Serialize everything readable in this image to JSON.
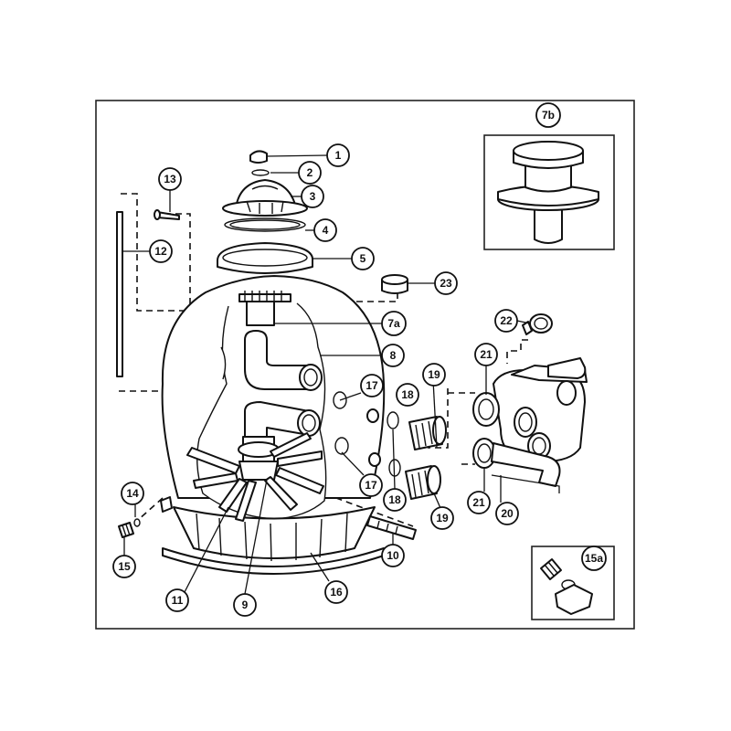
{
  "callouts": {
    "c1": "1",
    "c2": "2",
    "c3": "3",
    "c4": "4",
    "c5": "5",
    "c7a": "7a",
    "c7b": "7b",
    "c8": "8",
    "c9": "9",
    "c10": "10",
    "c11": "11",
    "c12": "12",
    "c13": "13",
    "c14": "14",
    "c15": "15",
    "c15a": "15a",
    "c16": "16",
    "c17a": "17",
    "c17b": "17",
    "c18a": "18",
    "c18b": "18",
    "c19a": "19",
    "c19b": "19",
    "c20": "20",
    "c21a": "21",
    "c21b": "21",
    "c22": "22",
    "c23": "23"
  },
  "colors": {
    "line": "#111111",
    "background": "#ffffff"
  }
}
